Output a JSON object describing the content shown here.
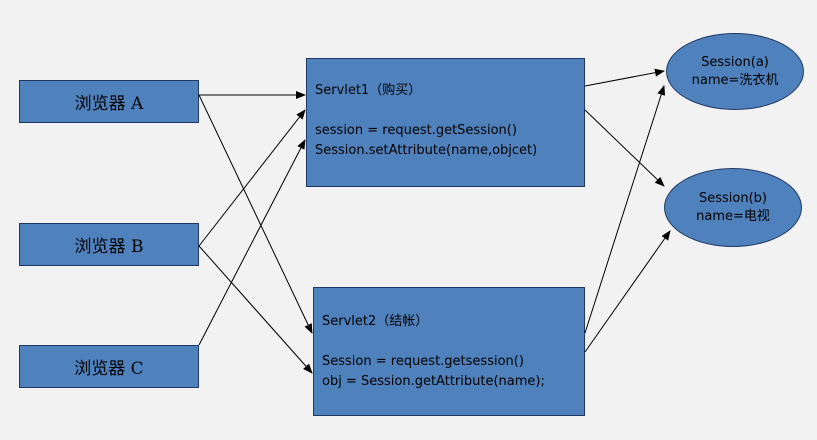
{
  "browsers": [
    {
      "label": "浏览器 A"
    },
    {
      "label": "浏览器 B"
    },
    {
      "label": "浏览器 C"
    }
  ],
  "servlets": [
    {
      "title": "Servlet1（购买）",
      "lines": [
        "session = request.getSession()",
        "Session.setAttribute(name,objcet)"
      ]
    },
    {
      "title": "Servlet2（结帐）",
      "lines": [
        "Session = request.getsession()",
        "obj = Session.getAttribute(name);"
      ]
    }
  ],
  "sessions": [
    {
      "title": "Session(a)",
      "value": "name=洗衣机"
    },
    {
      "title": "Session(b)",
      "value": "name=电视"
    }
  ],
  "colors": {
    "box_fill": "#4f81bd",
    "box_border": "#1f3864",
    "arrow": "#000000",
    "background": "#f2f2f2"
  }
}
